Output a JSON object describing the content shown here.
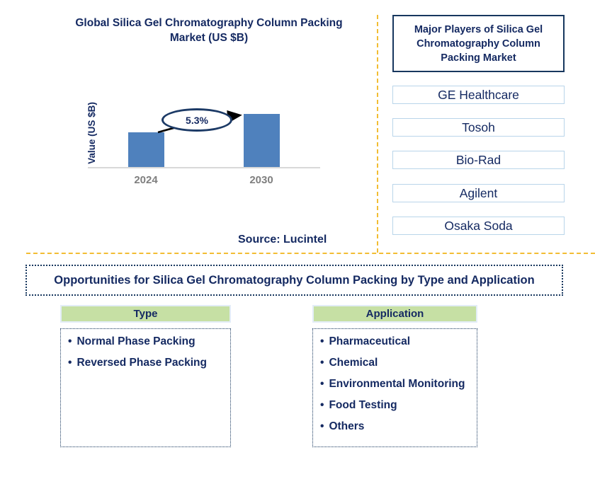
{
  "ui": {
    "bullet": "•"
  },
  "chart": {
    "title_line1": "Global Silica Gel Chromatography Column Packing",
    "title_line2": "Market (US $B)",
    "y_axis_label": "Value (US $B)",
    "growth_label": "5.3%",
    "x_labels": [
      "2024",
      "2030"
    ],
    "source": "Source: Lucintel"
  },
  "chart_data": {
    "type": "bar",
    "title": "Global Silica Gel Chromatography Column Packing Market (US $B)",
    "categories": [
      "2024",
      "2030"
    ],
    "values": [
      1.0,
      1.52
    ],
    "values_note": "y-axis has no tick labels; values are relative bar heights (2024 = 1.0)",
    "annotations": [
      {
        "text": "5.3%",
        "meaning": "growth rate between 2024 and 2030 bars"
      }
    ],
    "xlabel": "",
    "ylabel": "Value (US $B)",
    "grid": false,
    "legend": false,
    "bar_color": "#4f81bd",
    "source": "Source: Lucintel"
  },
  "players": {
    "title": "Major Players of Silica Gel Chromatography Column Packing Market",
    "items": [
      "GE Healthcare",
      "Tosoh",
      "Bio-Rad",
      "Agilent",
      "Osaka Soda"
    ]
  },
  "opportunities": {
    "title": "Opportunities for Silica Gel Chromatography Column Packing by Type and Application",
    "columns": [
      {
        "header": "Type",
        "items": [
          "Normal Phase Packing",
          "Reversed Phase Packing"
        ]
      },
      {
        "header": "Application",
        "items": [
          "Pharmaceutical",
          "Chemical",
          "Environmental Monitoring",
          "Food Testing",
          "Others"
        ]
      }
    ]
  },
  "colors": {
    "navy_text": "#152a62",
    "navy_border": "#17375e",
    "bar_blue": "#4f81bd",
    "light_blue_border": "#b9d5ea",
    "green_header": "#c6e0a4",
    "gold_dashed_separator": "#f2bd33",
    "gray_axis_label": "#7f7f7f",
    "axis_line": "#d9d9d9"
  }
}
